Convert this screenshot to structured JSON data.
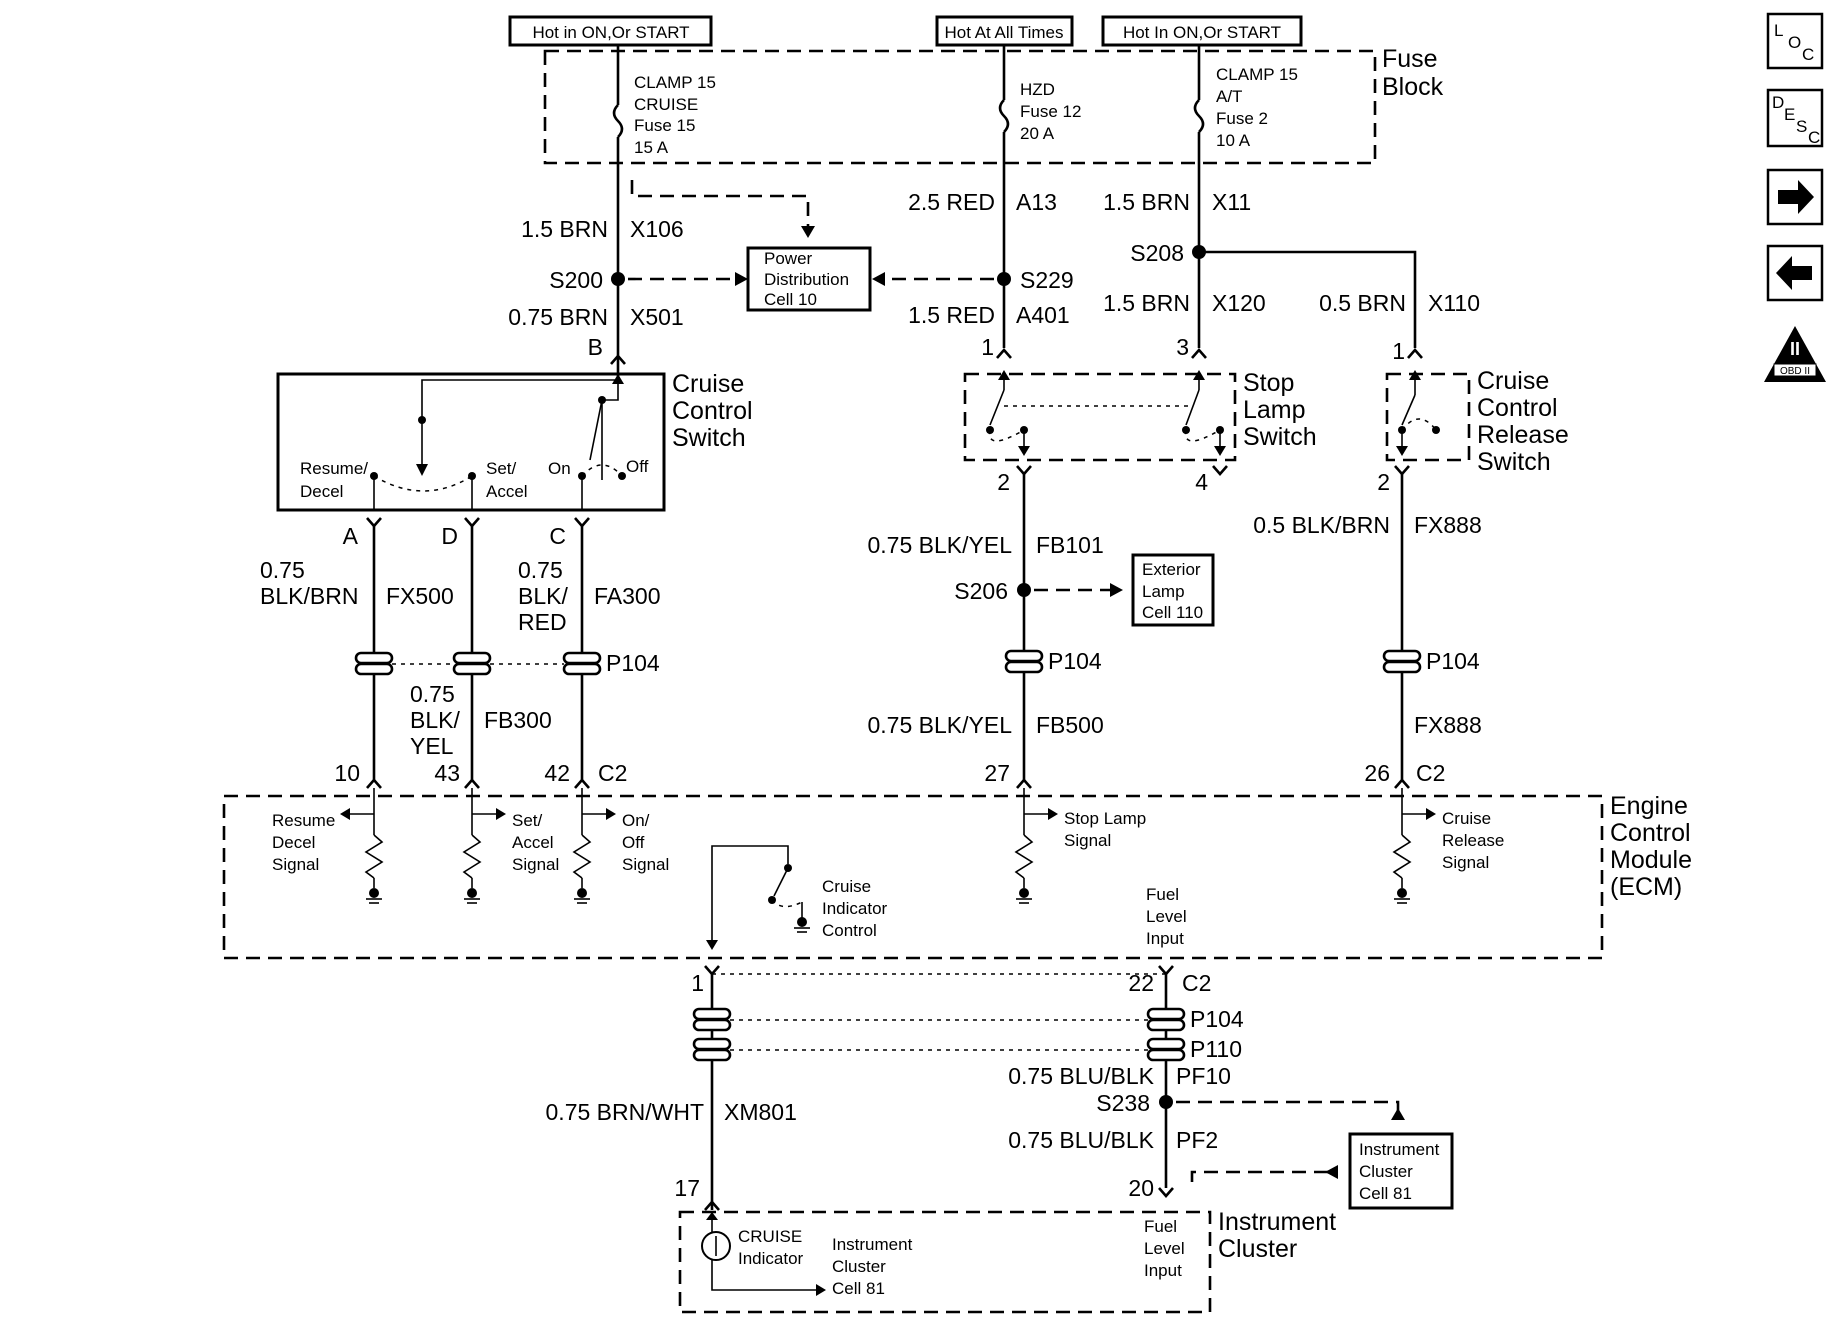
{
  "headers": {
    "hot_run_left": "Hot in ON,Or START",
    "hot_all": "Hot At All Times",
    "hot_run_right": "Hot In ON,Or START"
  },
  "fuse_block": {
    "label1": "Fuse",
    "label2": "Block",
    "fuse15": [
      "CLAMP 15",
      "CRUISE",
      "Fuse 15",
      "15 A"
    ],
    "fuse12": [
      "HZD",
      "Fuse 12",
      "20 A"
    ],
    "fuse2": [
      "CLAMP 15",
      "A/T",
      "Fuse 2",
      "10 A"
    ]
  },
  "wires": {
    "x106_gauge": "1.5 BRN",
    "x106": "X106",
    "a13_gauge": "2.5 RED",
    "a13": "A13",
    "x11_gauge": "1.5 BRN",
    "x11": "X11",
    "x501_gauge": "0.75 BRN",
    "x501": "X501",
    "a401_gauge": "1.5 RED",
    "a401": "A401",
    "x120_gauge": "1.5 BRN",
    "x120": "X120",
    "x110_gauge": "0.5 BRN",
    "x110": "X110",
    "fx500_gauge": [
      "0.75",
      "BLK/BRN"
    ],
    "fx500": "FX500",
    "fa300_gauge": [
      "0.75",
      "BLK/",
      "RED"
    ],
    "fa300": "FA300",
    "fb300_gauge": [
      "0.75",
      "BLK/",
      "YEL"
    ],
    "fb300": "FB300",
    "fb101_gauge": "0.75 BLK/YEL",
    "fb101": "FB101",
    "fb500_gauge": "0.75 BLK/YEL",
    "fb500": "FB500",
    "fx888_gauge": "0.5 BLK/BRN",
    "fx888": "FX888",
    "fx888b": "FX888",
    "pf10_gauge": "0.75 BLU/BLK",
    "pf10": "PF10",
    "pf2_gauge": "0.75 BLU/BLK",
    "pf2": "PF2",
    "xm801_gauge": "0.75 BRN/WHT",
    "xm801": "XM801"
  },
  "splices": {
    "s200": "S200",
    "s229": "S229",
    "s208": "S208",
    "s206": "S206",
    "s238": "S238"
  },
  "refs": {
    "power_dist": [
      "Power",
      "Distribution",
      "Cell 10"
    ],
    "exterior_lamp": [
      "Exterior",
      "Lamp",
      "Cell 110"
    ],
    "inst_cluster": [
      "Instrument",
      "Cluster",
      "Cell 81"
    ]
  },
  "cruise_switch": {
    "title": [
      "Cruise",
      "Control",
      "Switch"
    ],
    "pin_b": "B",
    "pin_a": "A",
    "pin_d": "D",
    "pin_c": "C",
    "resume": [
      "Resume/",
      "Decel"
    ],
    "set": [
      "Set/",
      "Accel"
    ],
    "on": "On",
    "off": "Off"
  },
  "stop_lamp_switch": {
    "title": [
      "Stop",
      "Lamp",
      "Switch"
    ],
    "pin1": "1",
    "pin2": "2",
    "pin3": "3",
    "pin4": "4"
  },
  "release_switch": {
    "title": [
      "Cruise",
      "Control",
      "Release",
      "Switch"
    ],
    "pin1": "1",
    "pin2": "2"
  },
  "connectors": {
    "p104_a": "P104",
    "p104_b": "P104",
    "p104_c": "P104",
    "p104_d": "P104",
    "p110": "P110",
    "c2_a": "C2",
    "c2_b": "C2",
    "c2_c": "C2"
  },
  "ecm": {
    "title": [
      "Engine",
      "Control",
      "Module",
      "(ECM)"
    ],
    "pin10": "10",
    "pin43": "43",
    "pin42": "42",
    "pin27": "27",
    "pin26": "26",
    "pin1": "1",
    "pin22": "22",
    "resume_sig": [
      "Resume",
      "Decel",
      "Signal"
    ],
    "set_sig": [
      "Set/",
      "Accel",
      "Signal"
    ],
    "on_sig": [
      "On/",
      "Off",
      "Signal"
    ],
    "stop_sig": [
      "Stop Lamp",
      "Signal"
    ],
    "release_sig": [
      "Cruise",
      "Release",
      "Signal"
    ],
    "indicator_ctrl": [
      "Cruise",
      "Indicator",
      "Control"
    ],
    "fuel_input": [
      "Fuel",
      "Level",
      "Input"
    ]
  },
  "cluster": {
    "title": [
      "Instrument",
      "Cluster"
    ],
    "pin17": "17",
    "pin20": "20",
    "cruise_ind": [
      "CRUISE",
      "Indicator"
    ],
    "cell": [
      "Instrument",
      "Cluster",
      "Cell 81"
    ],
    "fuel_input": [
      "Fuel",
      "Level",
      "Input"
    ]
  },
  "nav": {
    "loc": [
      "L",
      "O",
      "C"
    ],
    "desc": [
      "D",
      "E",
      "S",
      "C"
    ],
    "obd": "OBD II",
    "obd_roman": "II"
  }
}
